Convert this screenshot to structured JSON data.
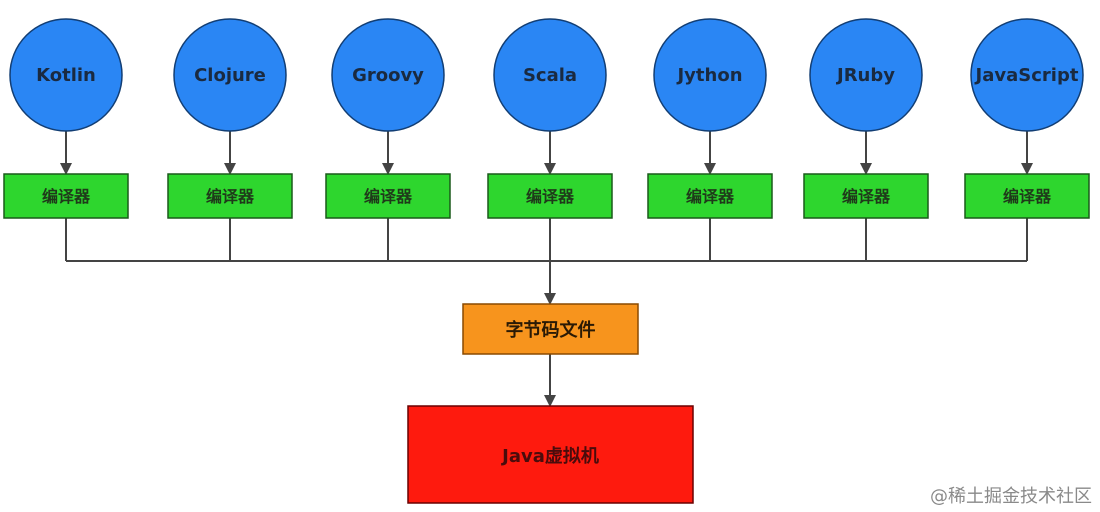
{
  "languages": [
    {
      "name": "Kotlin",
      "compiler": "编译器"
    },
    {
      "name": "Clojure",
      "compiler": "编译器"
    },
    {
      "name": "Groovy",
      "compiler": "编译器"
    },
    {
      "name": "Scala",
      "compiler": "编译器"
    },
    {
      "name": "Jython",
      "compiler": "编译器"
    },
    {
      "name": "JRuby",
      "compiler": "编译器"
    },
    {
      "name": "JavaScript",
      "compiler": "编译器"
    }
  ],
  "bytecode": {
    "label": "字节码文件"
  },
  "jvm": {
    "label": "Java虚拟机"
  },
  "watermark": "@稀土掘金技术社区",
  "colors": {
    "language_node": "#2a86f4",
    "language_border": "#123e74",
    "compiler_box": "#2ed62e",
    "compiler_border": "#1a5a1a",
    "bytecode_box": "#f7941d",
    "bytecode_border": "#8a4a00",
    "jvm_box": "#fe1a0e",
    "jvm_border": "#6a0000",
    "connector": "#444444"
  }
}
